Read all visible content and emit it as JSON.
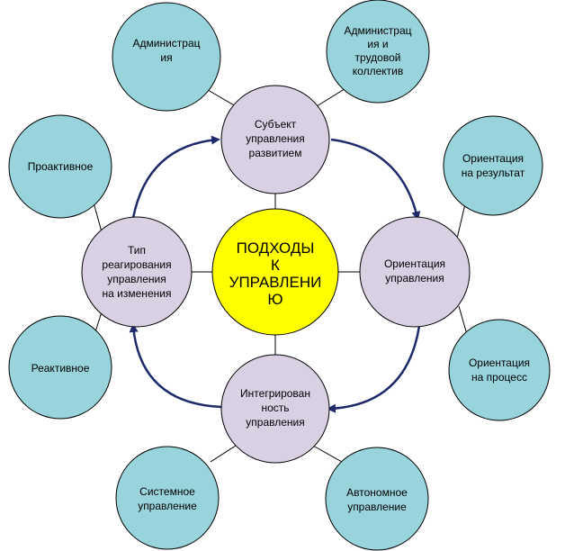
{
  "colors": {
    "center_fill": "#ffff00",
    "hub_fill": "#d9d0e3",
    "leaf_fill": "#99d4dd",
    "outline": "#000000",
    "arrow": "#1f2a6b"
  },
  "center": {
    "lines": [
      "ПОДХОДЫ",
      "К",
      "УПРАВЛЕНИ",
      "Ю"
    ]
  },
  "hubs": {
    "top": {
      "lines": [
        "Субъект",
        "управления",
        "развитием"
      ]
    },
    "right": {
      "lines": [
        "Ориентация",
        "управления"
      ]
    },
    "bottom": {
      "lines": [
        "Интегрирован",
        "ность",
        "управления"
      ]
    },
    "left": {
      "lines": [
        "Тип",
        "реагирования",
        "управления",
        "на изменения"
      ]
    }
  },
  "leaves": {
    "top_left": {
      "lines": [
        "Администрац",
        "ия"
      ]
    },
    "top_right": {
      "lines": [
        "Администрац",
        "ия и",
        "трудовой",
        "коллектив"
      ]
    },
    "right_top": {
      "lines": [
        "Ориентация",
        "на результат"
      ]
    },
    "right_bottom": {
      "lines": [
        "Ориентация",
        "на процесс"
      ]
    },
    "bottom_left": {
      "lines": [
        "Системное",
        "управление"
      ]
    },
    "bottom_right": {
      "lines": [
        "Автономное",
        "управление"
      ]
    },
    "left_top": {
      "lines": [
        "Проактивное"
      ]
    },
    "left_bottom": {
      "lines": [
        "Реактивное"
      ]
    }
  }
}
